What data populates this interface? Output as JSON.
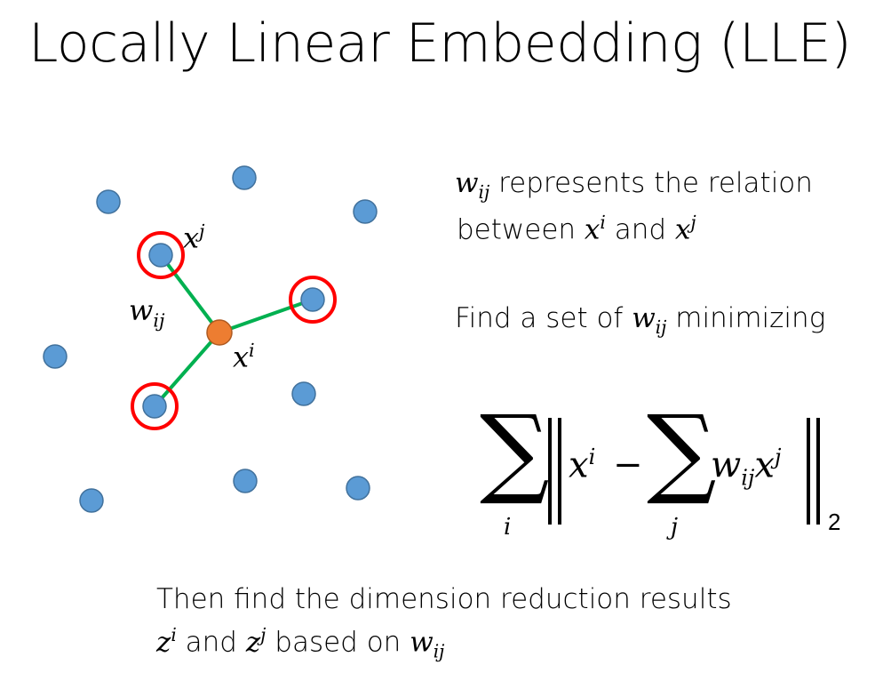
{
  "title": "Locally Linear Embedding (LLE)",
  "diagram": {
    "labels": {
      "xj": "x",
      "xj_sup": "j",
      "wij": "w",
      "wij_sub": "ij",
      "xi": "x",
      "xi_sup": "i"
    },
    "colors": {
      "point": "#5b9bd5",
      "center": "#ed7d31",
      "edge": "#00b050",
      "ring": "#ff0000"
    }
  },
  "text1": {
    "w": "w",
    "w_sub": "ij",
    "line1_rest": " represents the relation",
    "line2_start": "between ",
    "x1": "x",
    "x1_sup": "i",
    "and": " and ",
    "x2": "x",
    "x2_sup": "j"
  },
  "text2": {
    "start": "Find a set of ",
    "w": "w",
    "w_sub": "ij",
    "end": " minimizing"
  },
  "formula": {
    "sum": "∑",
    "sum_sub_i": "i",
    "x": "x",
    "x_sup": "i",
    "minus": "−",
    "sum2": "∑",
    "sum_sub_j": "j",
    "w": "w",
    "w_sub": "ij",
    "x2": "x",
    "x2_sup": "j",
    "norm_sub": "2"
  },
  "text3": {
    "line1": "Then find the dimension reduction results",
    "z1": "z",
    "z1_sup": "i",
    "and": " and ",
    "z2": "z",
    "z2_sup": "j",
    "based": " based on ",
    "w": "w",
    "w_sub": "ij"
  }
}
